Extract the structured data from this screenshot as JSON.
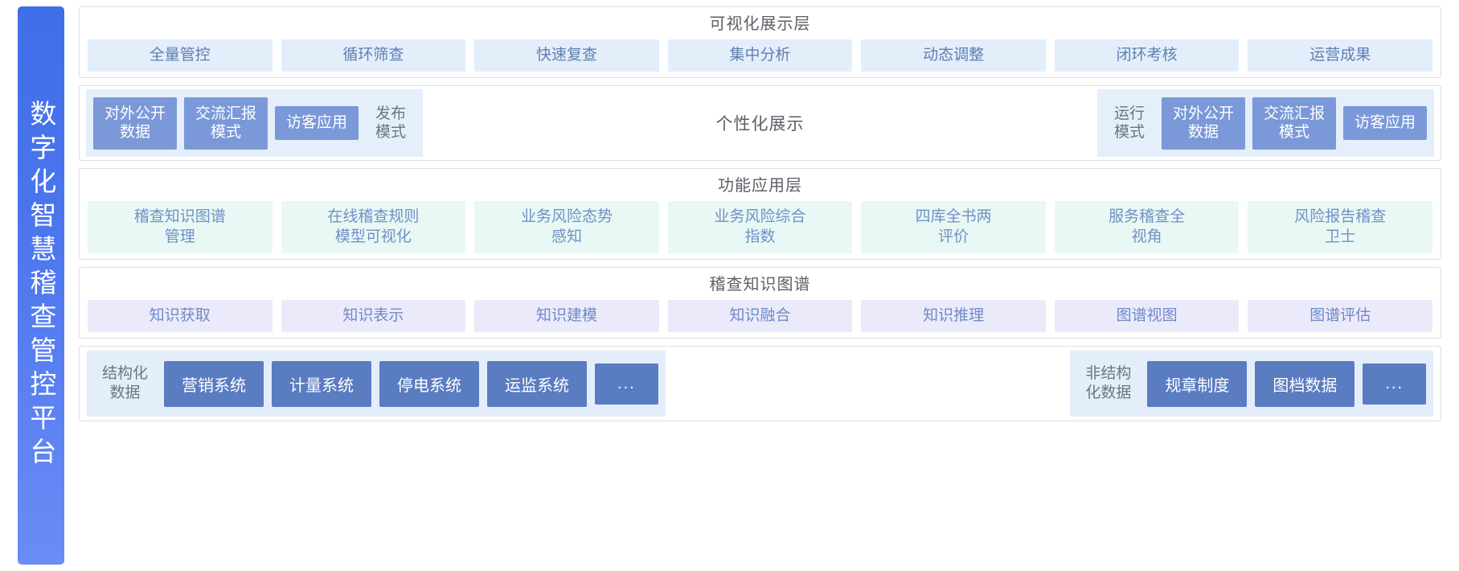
{
  "platform": {
    "title": "数字化智慧稽查管控平台",
    "accent_color": "#4a74ee",
    "accent_color_end": "#6a8cf5"
  },
  "layers": [
    {
      "id": "visualization",
      "title": "可视化展示层",
      "style": "blue-soft",
      "items": [
        "全量管控",
        "循环筛查",
        "快速复查",
        "集中分析",
        "动态调整",
        "闭环考核",
        "运营成果"
      ]
    },
    {
      "id": "personalization",
      "title": "个性化展示",
      "left_group": {
        "modes": [
          "对外公开\n数据",
          "交流汇报\n模式",
          "访客应用"
        ],
        "label": "发布\n模式"
      },
      "right_group": {
        "label": "运行\n模式",
        "modes": [
          "对外公开\n数据",
          "交流汇报\n模式",
          "访客应用"
        ]
      },
      "mode_box_color": "#7b99d9",
      "group_bg_color": "#e4effb"
    },
    {
      "id": "function-application",
      "title": "功能应用层",
      "style": "mint",
      "items": [
        "稽查知识图谱\n管理",
        "在线稽查规则\n模型可视化",
        "业务风险态势\n感知",
        "业务风险综合\n指数",
        "四库全书两\n评价",
        "服务稽查全\n视角",
        "风险报告稽查\n卫士"
      ]
    },
    {
      "id": "knowledge-graph",
      "title": "稽查知识图谱",
      "style": "lavender",
      "items": [
        "知识获取",
        "知识表示",
        "知识建模",
        "知识融合",
        "知识推理",
        "图谱视图",
        "图谱评估"
      ]
    },
    {
      "id": "data-sources",
      "structured": {
        "category": "结构化\n数据",
        "systems": [
          "营销系统",
          "计量系统",
          "停电系统",
          "运监系统",
          "..."
        ]
      },
      "unstructured": {
        "category": "非结构\n化数据",
        "systems": [
          "规章制度",
          "图档数据",
          "..."
        ]
      },
      "box_color": "#5a7cc0",
      "group_bg_color": "#e4eefa"
    }
  ]
}
